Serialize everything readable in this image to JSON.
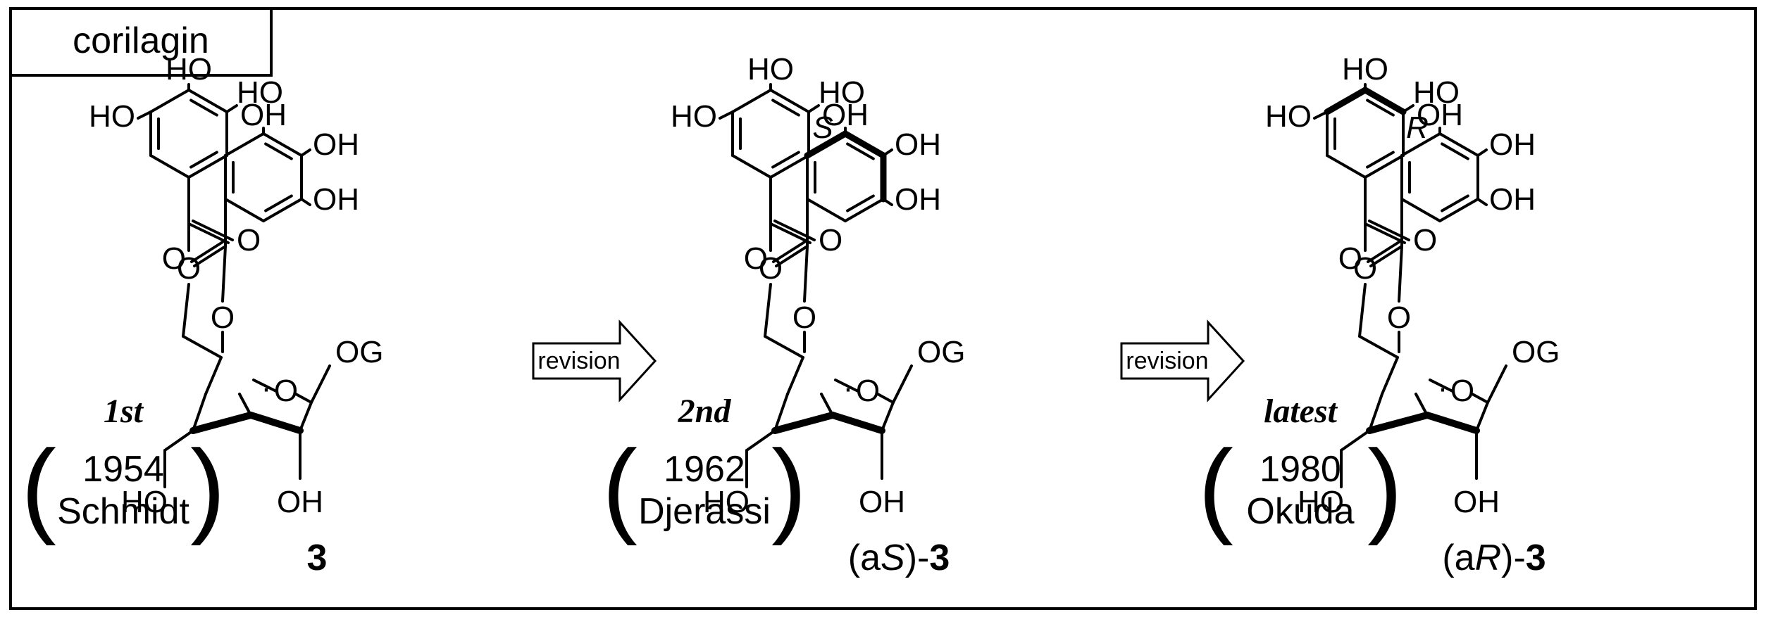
{
  "title": "corilagin",
  "arrow_label": "revision",
  "atoms": {
    "ho": "HO",
    "oh": "OH",
    "o": "O",
    "og": "OG",
    "dot": "·"
  },
  "panels": [
    {
      "era": "1st",
      "year": "1954",
      "author": "Schmidt",
      "stereo": "",
      "compound_prefix": "",
      "compound_italic": "",
      "compound_suffix": "",
      "compound_number": "3"
    },
    {
      "era": "2nd",
      "year": "1962",
      "author": "Djerassi",
      "stereo": "S",
      "compound_prefix": "(a",
      "compound_italic": "S",
      "compound_suffix": ")-",
      "compound_number": "3"
    },
    {
      "era": "latest",
      "year": "1980",
      "author": "Okuda",
      "stereo": "R",
      "compound_prefix": "(a",
      "compound_italic": "R",
      "compound_suffix": ")-",
      "compound_number": "3"
    }
  ]
}
